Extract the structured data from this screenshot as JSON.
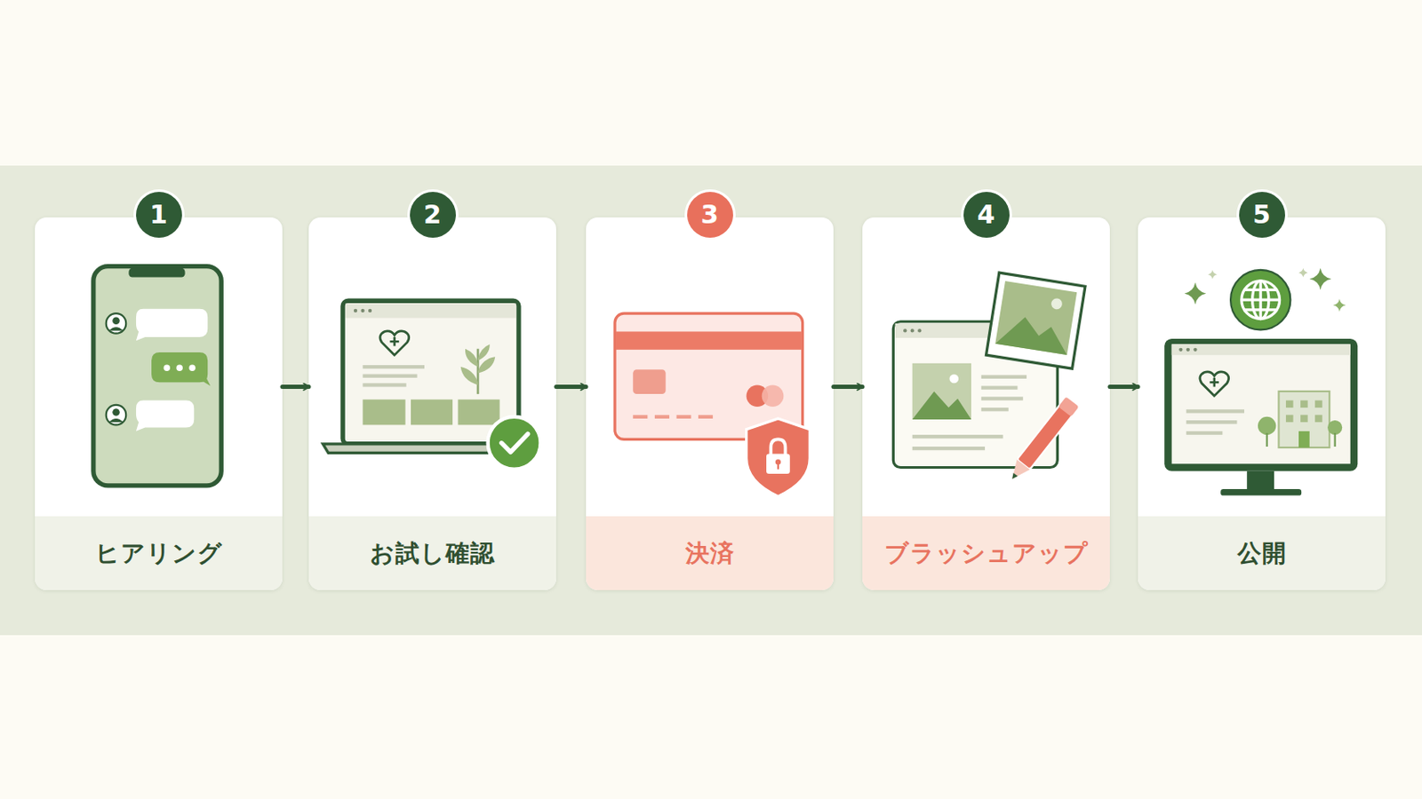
{
  "diagram": {
    "nodes": [
      {
        "text": [
          "ヒアリング"
        ]
      },
      {
        "text": [
          "1"
        ],
        "in": 0
      },
      {
        "text": [
          "お試し確認"
        ]
      },
      {
        "text": [
          "2"
        ],
        "in": 2
      },
      {
        "text": [
          "決済"
        ]
      },
      {
        "text": [
          "3"
        ],
        "in": 4
      },
      {
        "text": [
          "ブラッシュアップ"
        ]
      },
      {
        "text": [
          "4"
        ],
        "in": 6
      },
      {
        "text": [
          "公開"
        ]
      },
      {
        "text": [
          "5"
        ],
        "in": 8
      }
    ],
    "edges": [
      {
        "from": 0,
        "to": 2,
        "arrow": "to"
      },
      {
        "from": 2,
        "to": 4,
        "arrow": "to"
      },
      {
        "from": 4,
        "to": 6,
        "arrow": "to"
      },
      {
        "from": 6,
        "to": 8,
        "arrow": "to"
      }
    ]
  }
}
